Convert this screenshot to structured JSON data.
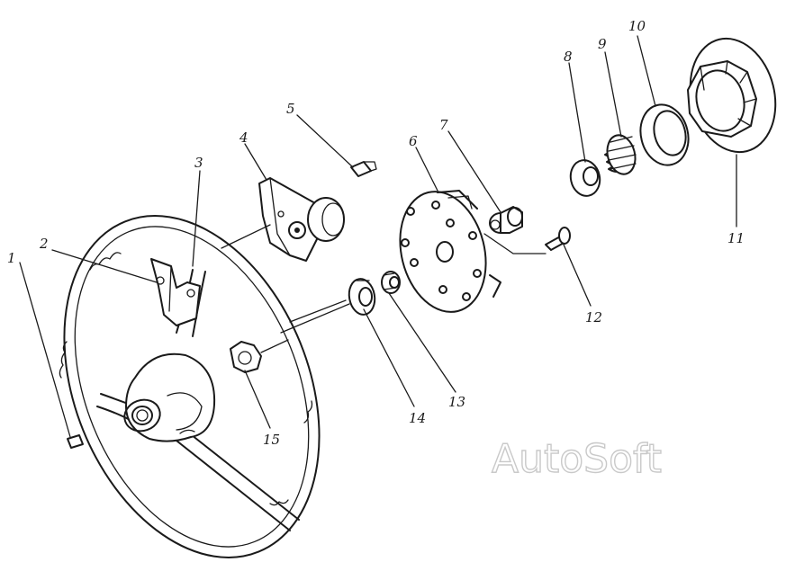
{
  "diagram": {
    "callouts": [
      {
        "id": "1",
        "label": "1"
      },
      {
        "id": "2",
        "label": "2"
      },
      {
        "id": "3",
        "label": "3"
      },
      {
        "id": "4",
        "label": "4"
      },
      {
        "id": "5",
        "label": "5"
      },
      {
        "id": "6",
        "label": "6"
      },
      {
        "id": "7",
        "label": "7"
      },
      {
        "id": "8",
        "label": "8"
      },
      {
        "id": "9",
        "label": "9"
      },
      {
        "id": "10",
        "label": "10"
      },
      {
        "id": "11",
        "label": "11"
      },
      {
        "id": "12",
        "label": "12"
      },
      {
        "id": "13",
        "label": "13"
      },
      {
        "id": "14",
        "label": "14"
      },
      {
        "id": "15",
        "label": "15"
      }
    ]
  },
  "watermark": {
    "text": "AutoSoft"
  },
  "colors": {
    "line": "#1a1a1a",
    "watermark": "#c9c9c9",
    "background": "#ffffff"
  }
}
